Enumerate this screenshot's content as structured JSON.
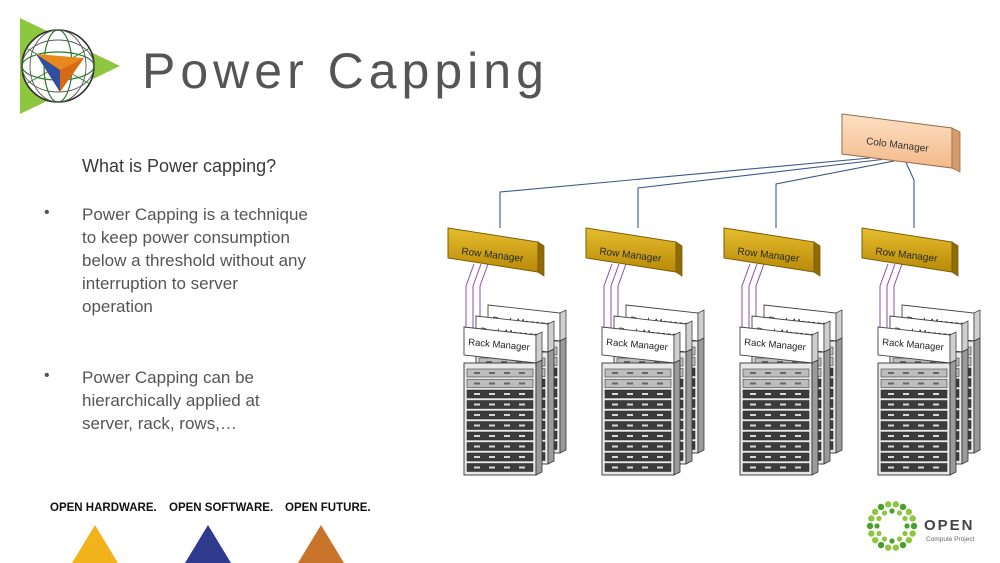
{
  "slide": {
    "title": "Power Capping",
    "question": "What is Power capping?",
    "bullets": [
      "Power Capping is a technique to keep power consumption below a threshold without any interruption to server operation",
      "Power Capping can be hierarchically applied at server, rack, rows,…"
    ],
    "bullet_marker": "•"
  },
  "diagram": {
    "colo_label": "Colo Manager",
    "row_label": "Row Manager",
    "rack_label": "Rack Manager",
    "row_count": 4
  },
  "footer": {
    "labels": [
      "OPEN HARDWARE.",
      "OPEN SOFTWARE.",
      "OPEN FUTURE."
    ],
    "tri_colors": [
      "#f2b21c",
      "#2e3a8c",
      "#c8742a"
    ],
    "ocp_word": "OPEN",
    "ocp_sub": "Compute Project"
  },
  "colors": {
    "logo_green": "#8dc63f",
    "colo_fill": "#f8c9a2",
    "row_fill": "#d3a412",
    "connector_blue": "#3a5a8c",
    "connector_purple": "#8a4db8"
  }
}
